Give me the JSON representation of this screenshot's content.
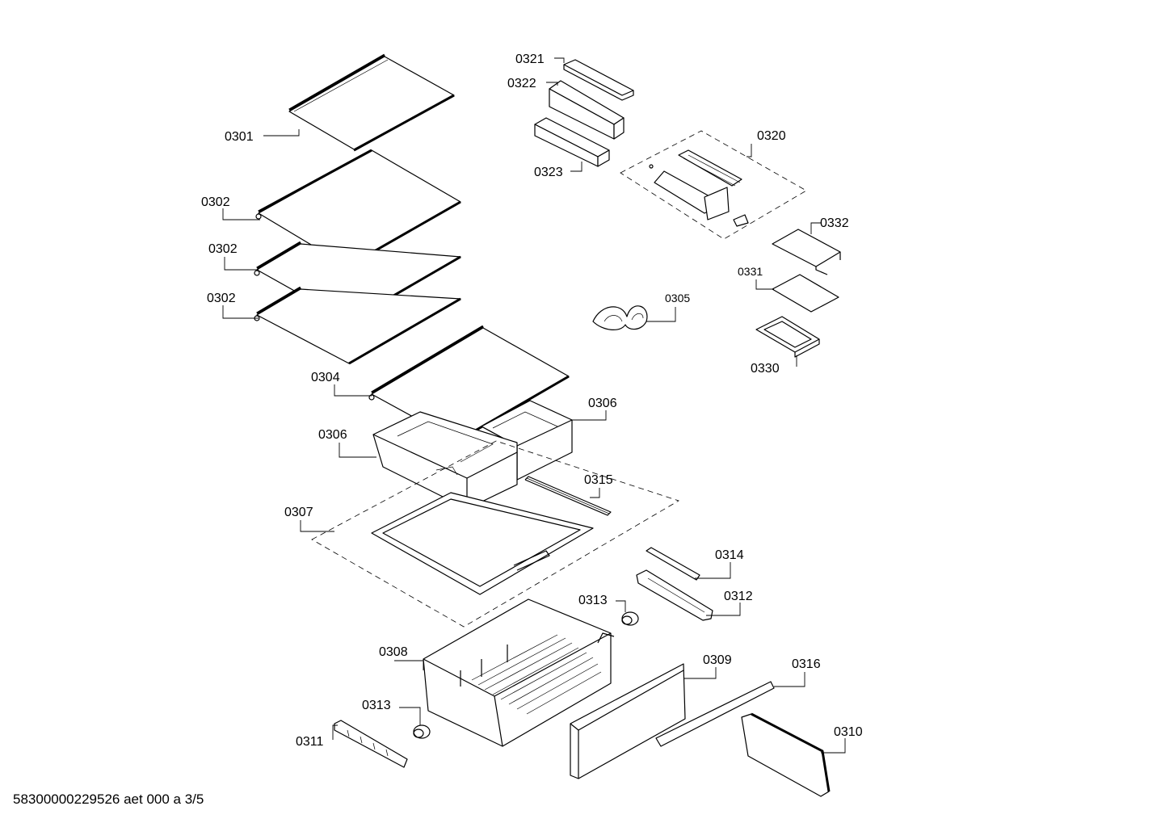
{
  "labels": {
    "p0301": "0301",
    "p0302a": "0302",
    "p0302b": "0302",
    "p0302c": "0302",
    "p0304": "0304",
    "p0305": "0305",
    "p0306a": "0306",
    "p0306b": "0306",
    "p0307": "0307",
    "p0308": "0308",
    "p0309": "0309",
    "p0310": "0310",
    "p0311": "0311",
    "p0312": "0312",
    "p0313a": "0313",
    "p0313b": "0313",
    "p0314": "0314",
    "p0315": "0315",
    "p0316": "0316",
    "p0320": "0320",
    "p0321": "0321",
    "p0322": "0322",
    "p0323": "0323",
    "p0330": "0330",
    "p0331": "0331",
    "p0332": "0332"
  },
  "footer": {
    "doc_id": "58300000229526 aet 000 a 3/5"
  }
}
